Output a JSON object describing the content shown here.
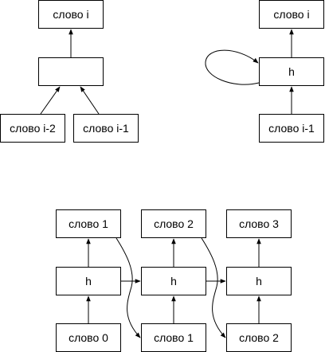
{
  "diagram_top_left": {
    "output_label": "слово i",
    "hidden_label": "",
    "input_left_label": "слово i-2",
    "input_right_label": "слово i-1"
  },
  "diagram_top_right": {
    "output_label": "слово i",
    "hidden_label": "h",
    "input_label": "слово i-1"
  },
  "diagram_bottom": {
    "outputs": [
      "слово 1",
      "слово 2",
      "слово 3"
    ],
    "hidden": [
      "h",
      "h",
      "h"
    ],
    "inputs": [
      "слово 0",
      "слово 1",
      "слово 2"
    ]
  }
}
